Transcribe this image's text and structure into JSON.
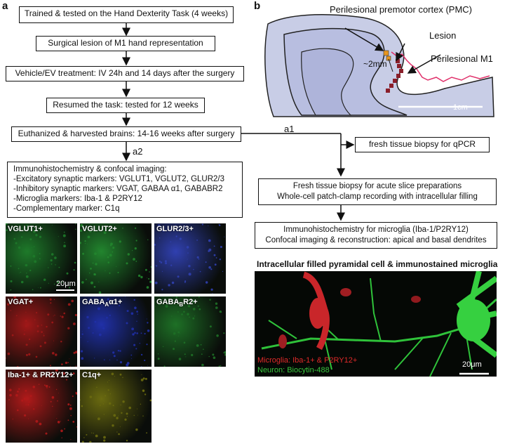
{
  "panels": {
    "a": "a",
    "b": "b",
    "a1": "a1",
    "a2": "a2"
  },
  "flow": {
    "step1": "Trained & tested on the Hand Dexterity Task (4 weeks)",
    "step2": "Surgical lesion of M1 hand representation",
    "step3": "Vehicle/EV treatment: IV 24h and 14 days after the surgery",
    "step4": "Resumed the task: tested for 12 weeks",
    "step5": "Euthanized & harvested brains: 14-16 weeks after surgery",
    "qpcr": "fresh tissue biopsy for qPCR",
    "ihc": [
      "Immunohistochemistry & confocal imaging:",
      "-Excitatory synaptic markers: VGLUT1, VGLUT2, GLUR2/3",
      "-Inhibitory synaptic markers: VGAT, GABAA α1, GABABR2",
      "-Microglia markers: Iba-1 & P2RY12",
      "-Complementary marker: C1q"
    ],
    "slice": [
      "Fresh tissue biopsy for acute slice preparations",
      "Whole-cell patch-clamp recording with intracellular filling"
    ],
    "microglia": [
      "Immunohistochemistry for microglia (Iba-1/P2RY12)",
      "Confocal imaging & reconstruction: apical and basal dendrites"
    ]
  },
  "brain": {
    "pmc": "Perilesional premotor cortex (PMC)",
    "lesion": "Lesion",
    "m1": "Perilesional M1",
    "distance": "~2mm",
    "scale": "1cm",
    "colors": {
      "pmc": "#e8961e",
      "lesion": "#d4245a"
    }
  },
  "tiles": [
    {
      "label": "VGLUT1+",
      "color": "#1e7a2a",
      "scale": "20μm"
    },
    {
      "label": "VGLUT2+",
      "color": "#22852e",
      "scale": ""
    },
    {
      "label": "GLUR2/3+",
      "color": "#3040b0",
      "scale": ""
    },
    {
      "label": "VGAT+",
      "color": "#a01818",
      "scale": ""
    },
    {
      "label": "GABA",
      "sub": "A",
      "suffix": "α1+",
      "color": "#2030a8",
      "scale": ""
    },
    {
      "label": "GABA",
      "sub": "B",
      "suffix": "R2+",
      "color": "#1e7026",
      "scale": ""
    },
    {
      "label": "Iba-1+ & PR2Y12+",
      "color": "#b01a1a",
      "scale": ""
    },
    {
      "label": "C1q+",
      "color": "#6a6a10",
      "scale": ""
    }
  ],
  "cell_image": {
    "title": "Intracellular filled pyramidal cell & immunostained microglia",
    "legend_red": "Microglia: Iba-1+ & P2RY12+",
    "legend_green": "Neuron: Biocytin-488",
    "scale": "20μm"
  }
}
